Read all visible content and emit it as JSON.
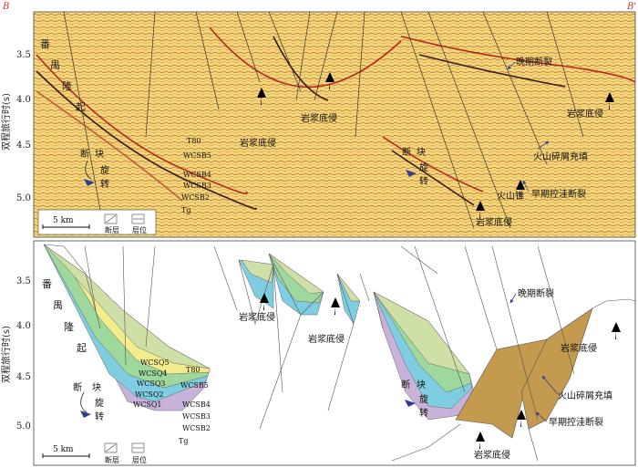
{
  "corner": {
    "left": "B",
    "right": "B'"
  },
  "axis": {
    "ylabel": "双程旅行时(s)",
    "ticks": [
      "3.5",
      "4.0",
      "4.5",
      "5.0"
    ]
  },
  "top": {
    "side_label": [
      "番",
      "禺",
      "隆",
      "起"
    ],
    "horizons": [
      "T80",
      "WCSB5",
      "WCSB4",
      "WCSB3",
      "WCSB2",
      "Tg"
    ],
    "block_rotation": [
      "断",
      "块",
      "旋",
      "转"
    ],
    "block_rotation_right": [
      "断",
      "块",
      "旋",
      "转"
    ],
    "labels": {
      "magma1": "岩浆底侵",
      "magma2": "岩浆底侵",
      "magma3": "岩浆底侵",
      "magma4": "岩浆底侵",
      "late_fault": "晚期断裂",
      "volcanic_fill": "火山碎屑充填",
      "volcano": "火山锥",
      "early_fault": "早期控洼断裂"
    },
    "legend": {
      "scale": "5 km",
      "fault": "断层",
      "horizon": "层位"
    }
  },
  "bottom": {
    "side_label": [
      "番",
      "禺",
      "隆",
      "起"
    ],
    "sequences": [
      "WCSQ5",
      "WCSQ4",
      "WCSQ3",
      "WCSQ2",
      "WCSQ1"
    ],
    "horizons": [
      "T80",
      "WCSB5",
      "WCSB4",
      "WCSB3",
      "WCSB2",
      "Tg"
    ],
    "block_rotation": [
      "断",
      "块",
      "旋",
      "转"
    ],
    "block_rotation_right": [
      "断",
      "块",
      "旋",
      "转"
    ],
    "labels": {
      "magma1": "岩浆底侵",
      "magma2": "岩浆底侵",
      "magma3": "岩浆底侵",
      "magma4": "岩浆底侵",
      "late_fault": "晚期断裂",
      "volcanic_fill": "火山碎屑充填",
      "early_fault": "早期控洼断裂"
    },
    "legend": {
      "scale": "5 km",
      "fault": "断层",
      "horizon": "层位"
    }
  },
  "colors": {
    "seismic_bg": "#f1d97a",
    "seq5": "#cfe0a6",
    "seq4": "#f2ec8c",
    "seq3": "#9fd89c",
    "seq2": "#7fcde0",
    "seq1": "#c9b2d8",
    "volcanic": "#c49a4e",
    "arrow_blue": "#2f3f8f",
    "corner_red": "#c0392b"
  }
}
